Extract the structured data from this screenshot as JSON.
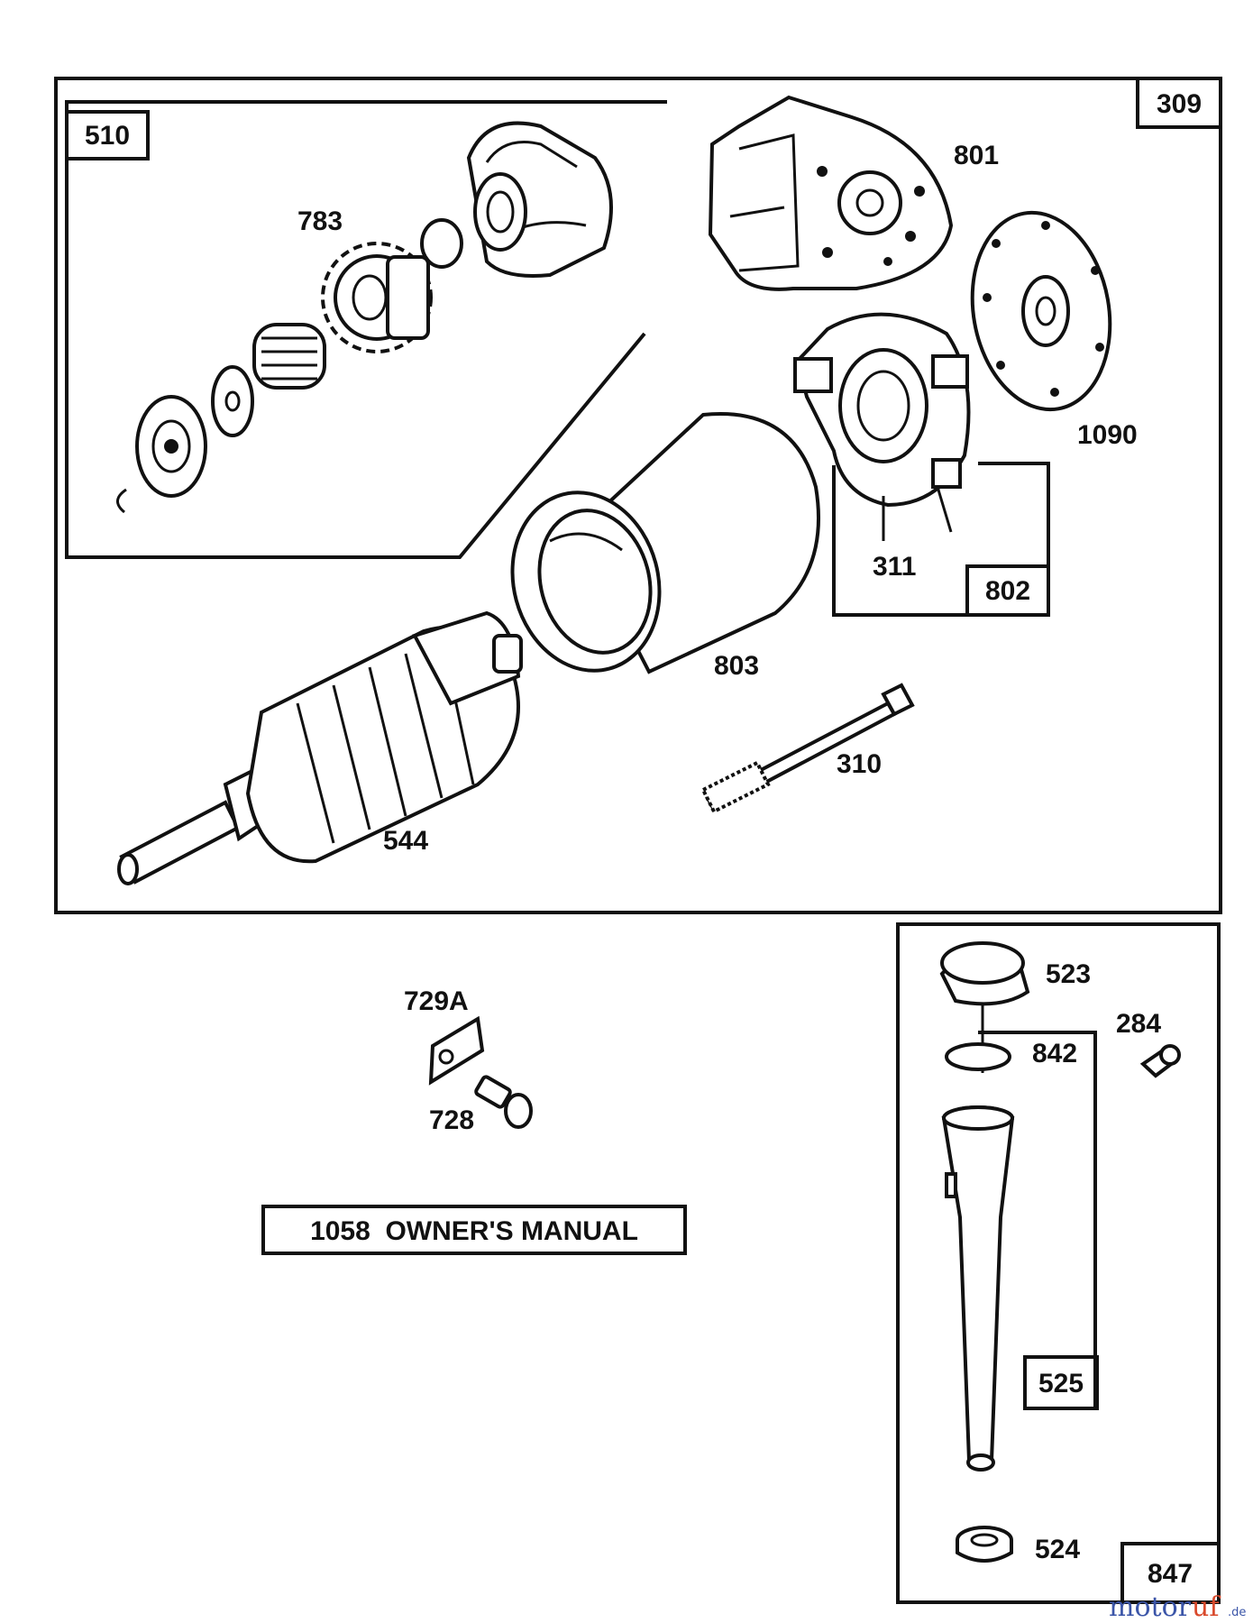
{
  "diagram": {
    "main_group_label": "309",
    "subgroup_drive_label": "510",
    "subgroup_brush_label": "802",
    "dipstick_group_label": "847",
    "dipstick_tube_label": "525",
    "manual_label": "1058  OWNER'S MANUAL",
    "parts": {
      "p783": "783",
      "p801": "801",
      "p1090": "1090",
      "p311": "311",
      "p803": "803",
      "p310": "310",
      "p544": "544",
      "p729a": "729A",
      "p728": "728",
      "p523": "523",
      "p842": "842",
      "p284": "284",
      "p524": "524"
    }
  },
  "watermark": {
    "left": "motor",
    "right": "uf",
    "suffix": ".de"
  }
}
